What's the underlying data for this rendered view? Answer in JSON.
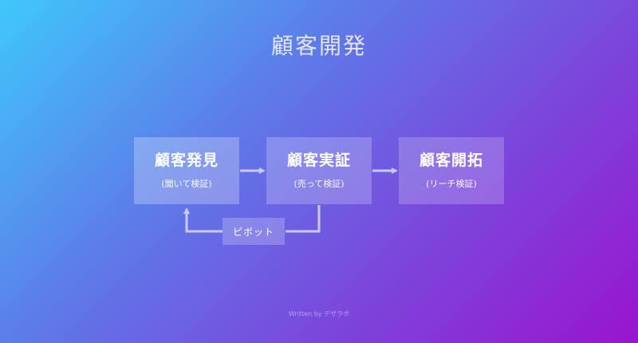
{
  "title": "顧客開発",
  "boxes": [
    {
      "label": "顧客発見",
      "sub": "(聞いて検証)"
    },
    {
      "label": "顧客実証",
      "sub": "(売って検証)"
    },
    {
      "label": "顧客開拓",
      "sub": "(リーチ検証)"
    }
  ],
  "pivot_label": "ピボット",
  "footer": "Written by デザラボ",
  "colors": {
    "gradient_start": "#3fc8fb",
    "gradient_end": "#9a14cf",
    "arrow": "#c9c8ff"
  }
}
